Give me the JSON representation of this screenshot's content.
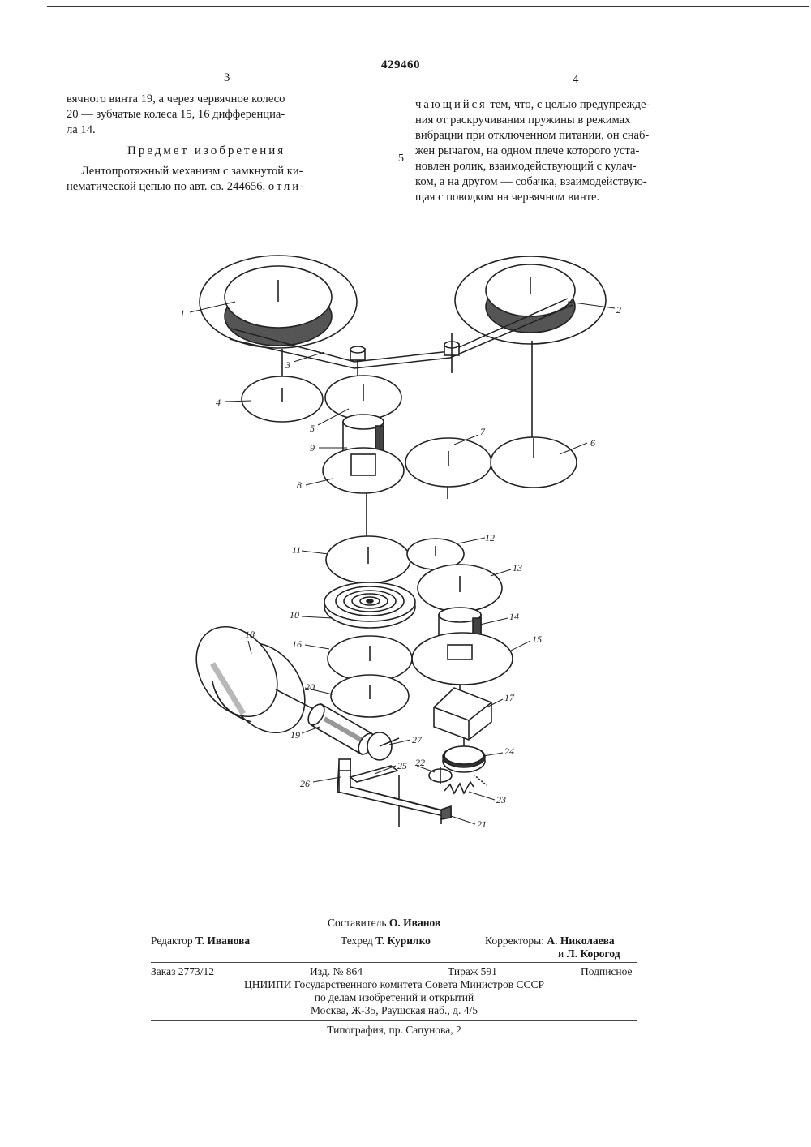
{
  "patent_number": "429460",
  "column_left": {
    "number": "3",
    "para_lines": [
      "вячного винта 19, а через червячное колесо",
      "20 — зубчатые колеса 15, 16 дифференциа-",
      "ла 14."
    ],
    "heading": "Предмет изобретения",
    "claim_lines": [
      "Лентопротяжный механизм с замкнутой ки-",
      "нематической цепью по авт. св. 244656,"
    ],
    "claim_spaced": "отли-"
  },
  "column_right": {
    "number": "4",
    "line_marker": "5",
    "first_spaced": "чающийся",
    "first_rest": " тем, что, с целью предупрежде-",
    "lines": [
      "ния от раскручивания пружины в режимах",
      "вибрации при отключенном питании, он снаб-",
      "жен рычагом, на одном плече которого уста-",
      "новлен ролик, взаимодействующий с кулач-",
      "ком, а на другом — собачка, взаимодействую-",
      "щая с поводком на червячном винте."
    ]
  },
  "figure": {
    "labels": [
      "1",
      "2",
      "3",
      "4",
      "5",
      "6",
      "7",
      "8",
      "9",
      "10",
      "11",
      "12",
      "13",
      "14",
      "15",
      "16",
      "17",
      "18",
      "19",
      "20",
      "21",
      "22",
      "23",
      "24",
      "25",
      "26",
      "27"
    ]
  },
  "footer": {
    "compiler_label": "Составитель",
    "compiler_name": "О. Иванов",
    "editor_label": "Редактор",
    "editor_name": "Т. Иванова",
    "techred_label": "Техред",
    "techred_name": "Т. Курилко",
    "correctors_label": "Корректоры:",
    "corrector_1": "А. Николаева",
    "corrector_2_prefix": "и",
    "corrector_2": "Л. Корогод",
    "order": "Заказ 2773/12",
    "edition": "Изд. № 864",
    "print_run": "Тираж 591",
    "subscription": "Подписное",
    "org_line1": "ЦНИИПИ Государственного комитета Совета Министров СССР",
    "org_line2": "по делам изобретений и открытий",
    "org_line3": "Москва, Ж-35, Раушская наб., д. 4/5",
    "printer": "Типография, пр. Сапунова, 2"
  }
}
